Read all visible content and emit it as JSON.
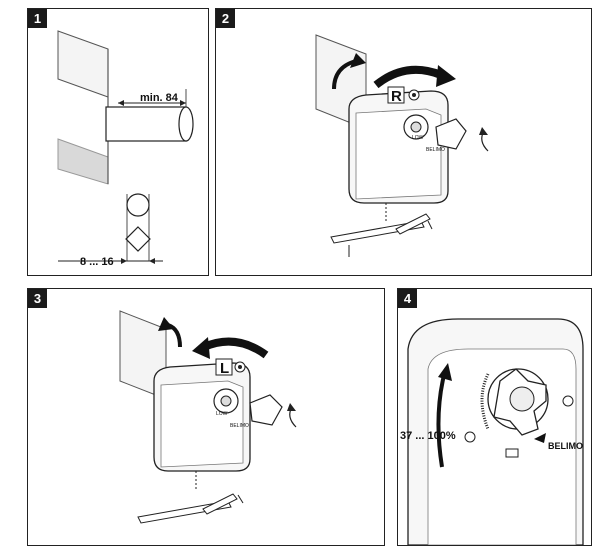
{
  "steps": [
    {
      "number": "1",
      "dimension_shaft": "min. 84",
      "dimension_range": "8 ... 16"
    },
    {
      "number": "2",
      "direction_letter": "R"
    },
    {
      "number": "3",
      "direction_letter": "L"
    },
    {
      "number": "4",
      "angle_range": "37 ... 100%",
      "brand": "BELIMO"
    }
  ]
}
